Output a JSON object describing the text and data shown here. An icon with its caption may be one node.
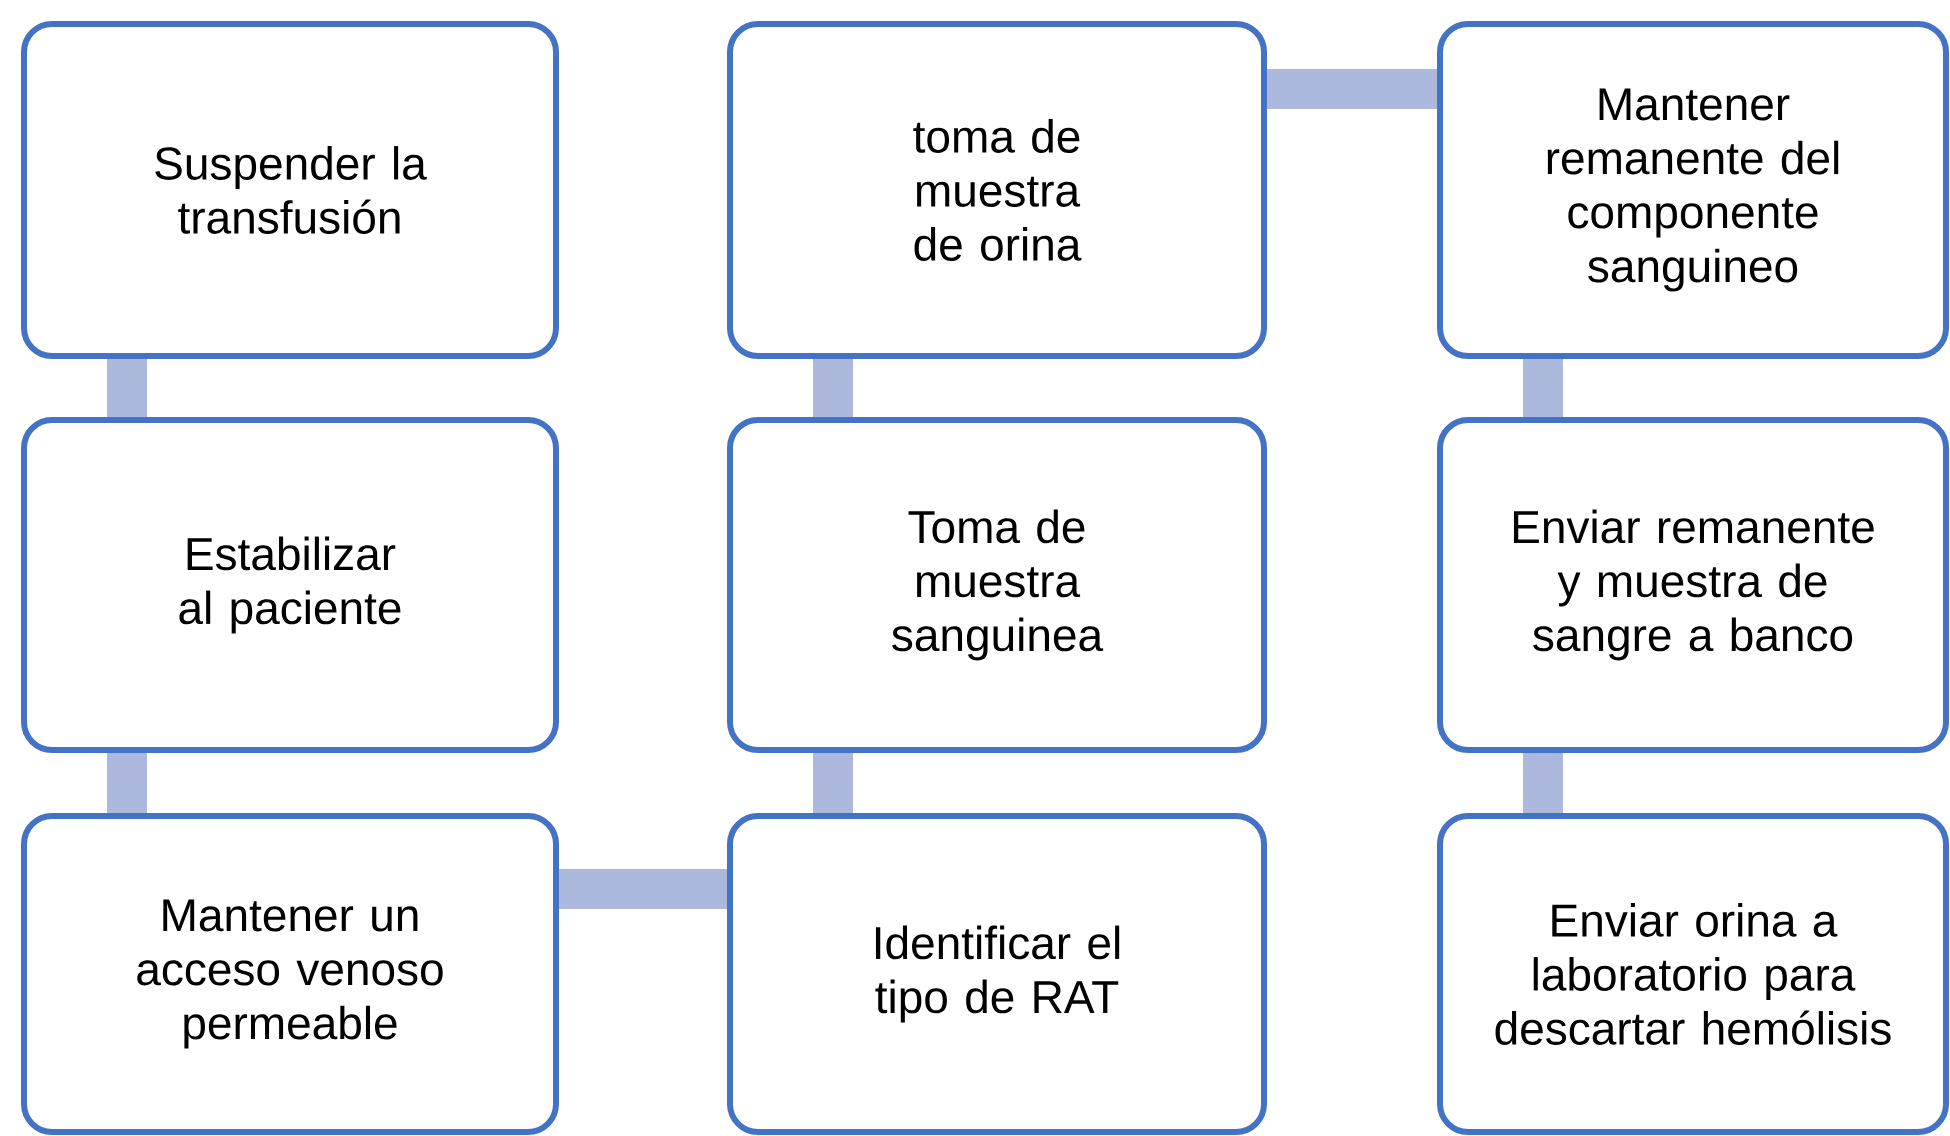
{
  "diagram": {
    "nodes": [
      {
        "text": [
          "Suspender la transfusión"
        ]
      },
      {
        "text": [
          "Estabilizar al paciente"
        ]
      },
      {
        "text": [
          "Mantener un acceso venoso permeable"
        ]
      },
      {
        "text": [
          "Identificar el tipo de RAT"
        ]
      },
      {
        "text": [
          "Toma de muestra sanguinea"
        ]
      },
      {
        "text": [
          "toma de muestra de orina"
        ]
      },
      {
        "text": [
          "Mantener remanente del componente sanguineo"
        ]
      },
      {
        "text": [
          "Enviar remanente y muestra de sangre a banco"
        ]
      },
      {
        "text": [
          "Enviar orina a laboratorio para descartar hemólisis"
        ]
      }
    ],
    "edges": [
      {
        "from": 0,
        "to": 1,
        "arrow": "none"
      },
      {
        "from": 1,
        "to": 2,
        "arrow": "none"
      },
      {
        "from": 2,
        "to": 3,
        "arrow": "none"
      },
      {
        "from": 3,
        "to": 4,
        "arrow": "none"
      },
      {
        "from": 4,
        "to": 5,
        "arrow": "none"
      },
      {
        "from": 5,
        "to": 6,
        "arrow": "none"
      },
      {
        "from": 6,
        "to": 7,
        "arrow": "none"
      },
      {
        "from": 7,
        "to": 8,
        "arrow": "none"
      }
    ]
  }
}
